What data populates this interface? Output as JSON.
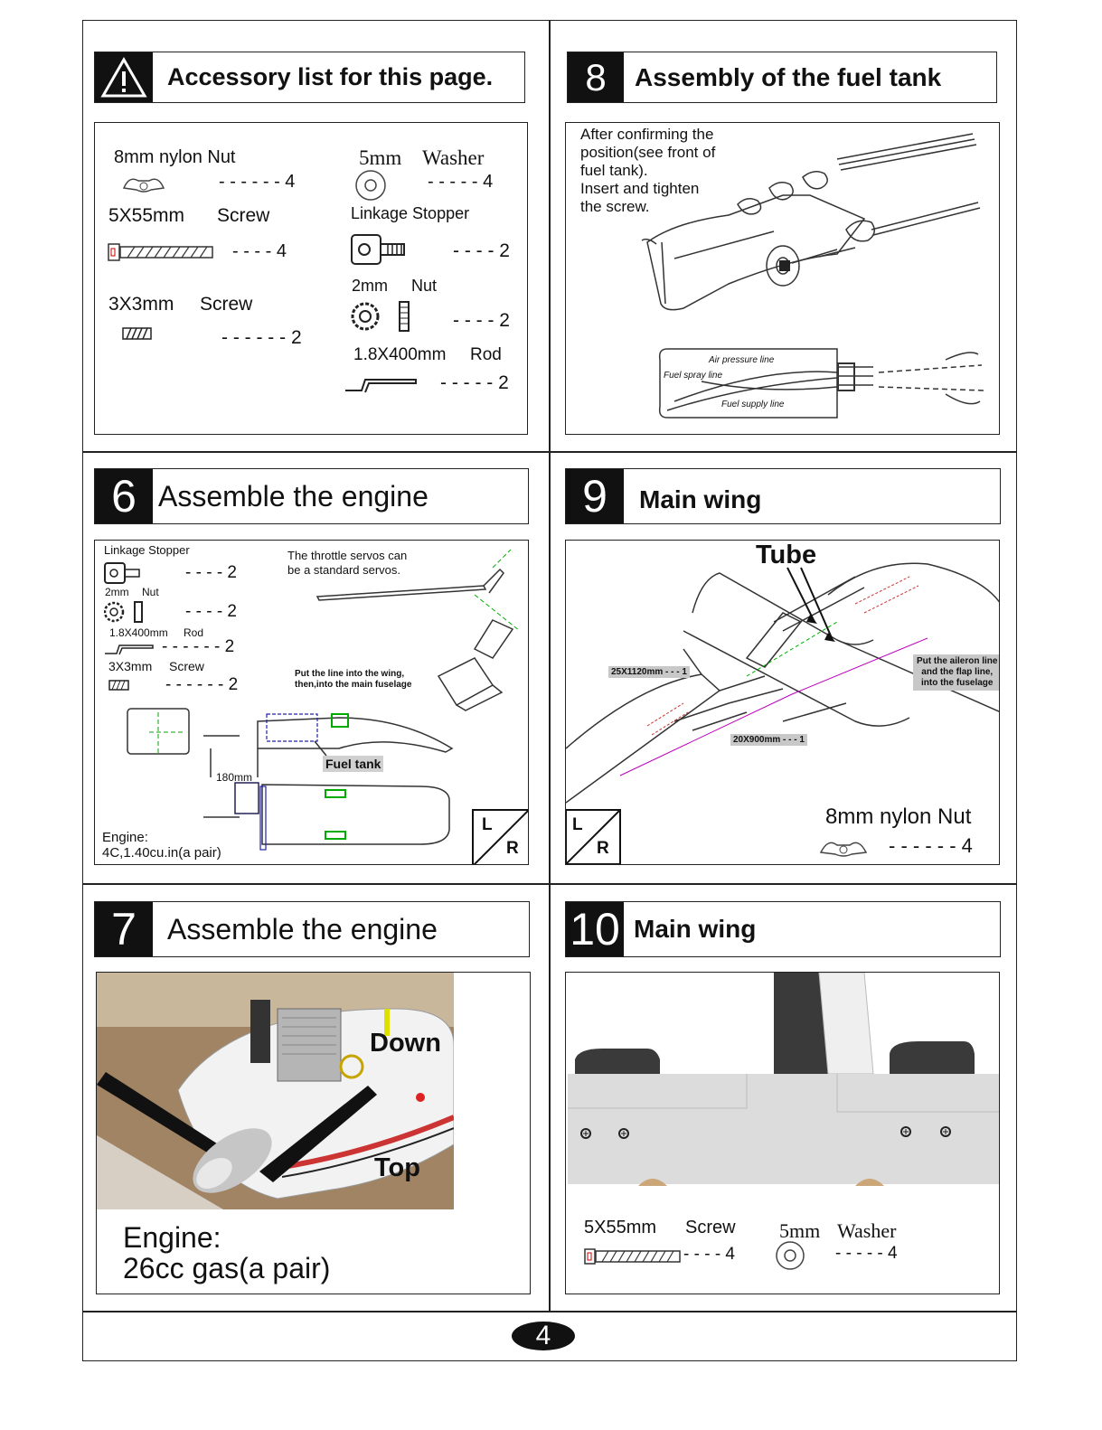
{
  "page_number": "4",
  "accessory": {
    "title": "Accessory list for this page.",
    "items": {
      "nylon_nut": {
        "name": "8mm nylon Nut",
        "qty": "- - - - - -  4"
      },
      "washer": {
        "size": "5mm",
        "name": "Washer",
        "qty": "- - - - -   4"
      },
      "screw_long": {
        "size": "5X55mm",
        "name": "Screw",
        "qty": "- - - -    4"
      },
      "stopper": {
        "name": "Linkage Stopper",
        "qty": "- - - - 2"
      },
      "nut_2mm": {
        "size": "2mm",
        "name": "Nut",
        "qty": "- - - - 2"
      },
      "screw_short": {
        "size": "3X3mm",
        "name": "Screw",
        "qty": "- - - - - - 2"
      },
      "rod": {
        "size": "1.8X400mm",
        "name": "Rod",
        "qty": "- - - - - 2"
      }
    }
  },
  "step8": {
    "number": "8",
    "title": "Assembly of the fuel tank",
    "instructions": [
      "After confirming the",
      "position(see front of",
      "fuel tank).",
      "Insert  and  tighten",
      "the  screw."
    ],
    "lines": {
      "air": "Air pressure line",
      "spray": "Fuel spray line",
      "supply": "Fuel supply line"
    }
  },
  "step6": {
    "number": "6",
    "title": "Assemble the engine",
    "stopper": {
      "name": "Linkage Stopper",
      "qty": "- - - - 2"
    },
    "nut": {
      "size": "2mm",
      "name": "Nut",
      "qty": "- - - - 2"
    },
    "rod": {
      "size": "1.8X400mm",
      "name": "Rod",
      "qty": "- - - - - - 2"
    },
    "screw": {
      "size": "3X3mm",
      "name": "Screw",
      "qty": "- - - - - - 2"
    },
    "servo_note": [
      "The throttle servos can",
      "be a standard servos."
    ],
    "line_note": [
      "Put the line into the wing,",
      "then,into the  main fuselage"
    ],
    "fuel_tank": "Fuel tank",
    "distance": "180mm",
    "engine_label": "Engine:",
    "engine_spec": "4C,1.40cu.in(a pair)",
    "lr": {
      "l": "L",
      "r": "R"
    }
  },
  "step9": {
    "number": "9",
    "title": "Main wing",
    "tube": "Tube",
    "tube1": "25X1120mm - - - 1",
    "tube2": "20X900mm - - - 1",
    "aileron_note": [
      "Put the aileron line",
      "and the flap line,",
      "into the fuselage"
    ],
    "nut": {
      "name": "8mm nylon Nut",
      "qty": "- - - - - -  4"
    },
    "lr": {
      "l": "L",
      "r": "R"
    }
  },
  "step7": {
    "number": "7",
    "title": "Assemble the engine",
    "down": "Down",
    "top": "Top",
    "engine_label": "Engine:",
    "engine_spec": "26cc gas(a pair)"
  },
  "step10": {
    "number": "10",
    "title": "Main wing",
    "screw": {
      "size": "5X55mm",
      "name": "Screw",
      "qty": "- - - -    4"
    },
    "washer": {
      "size": "5mm",
      "name": "Washer",
      "qty": "- - - - -   4"
    }
  }
}
